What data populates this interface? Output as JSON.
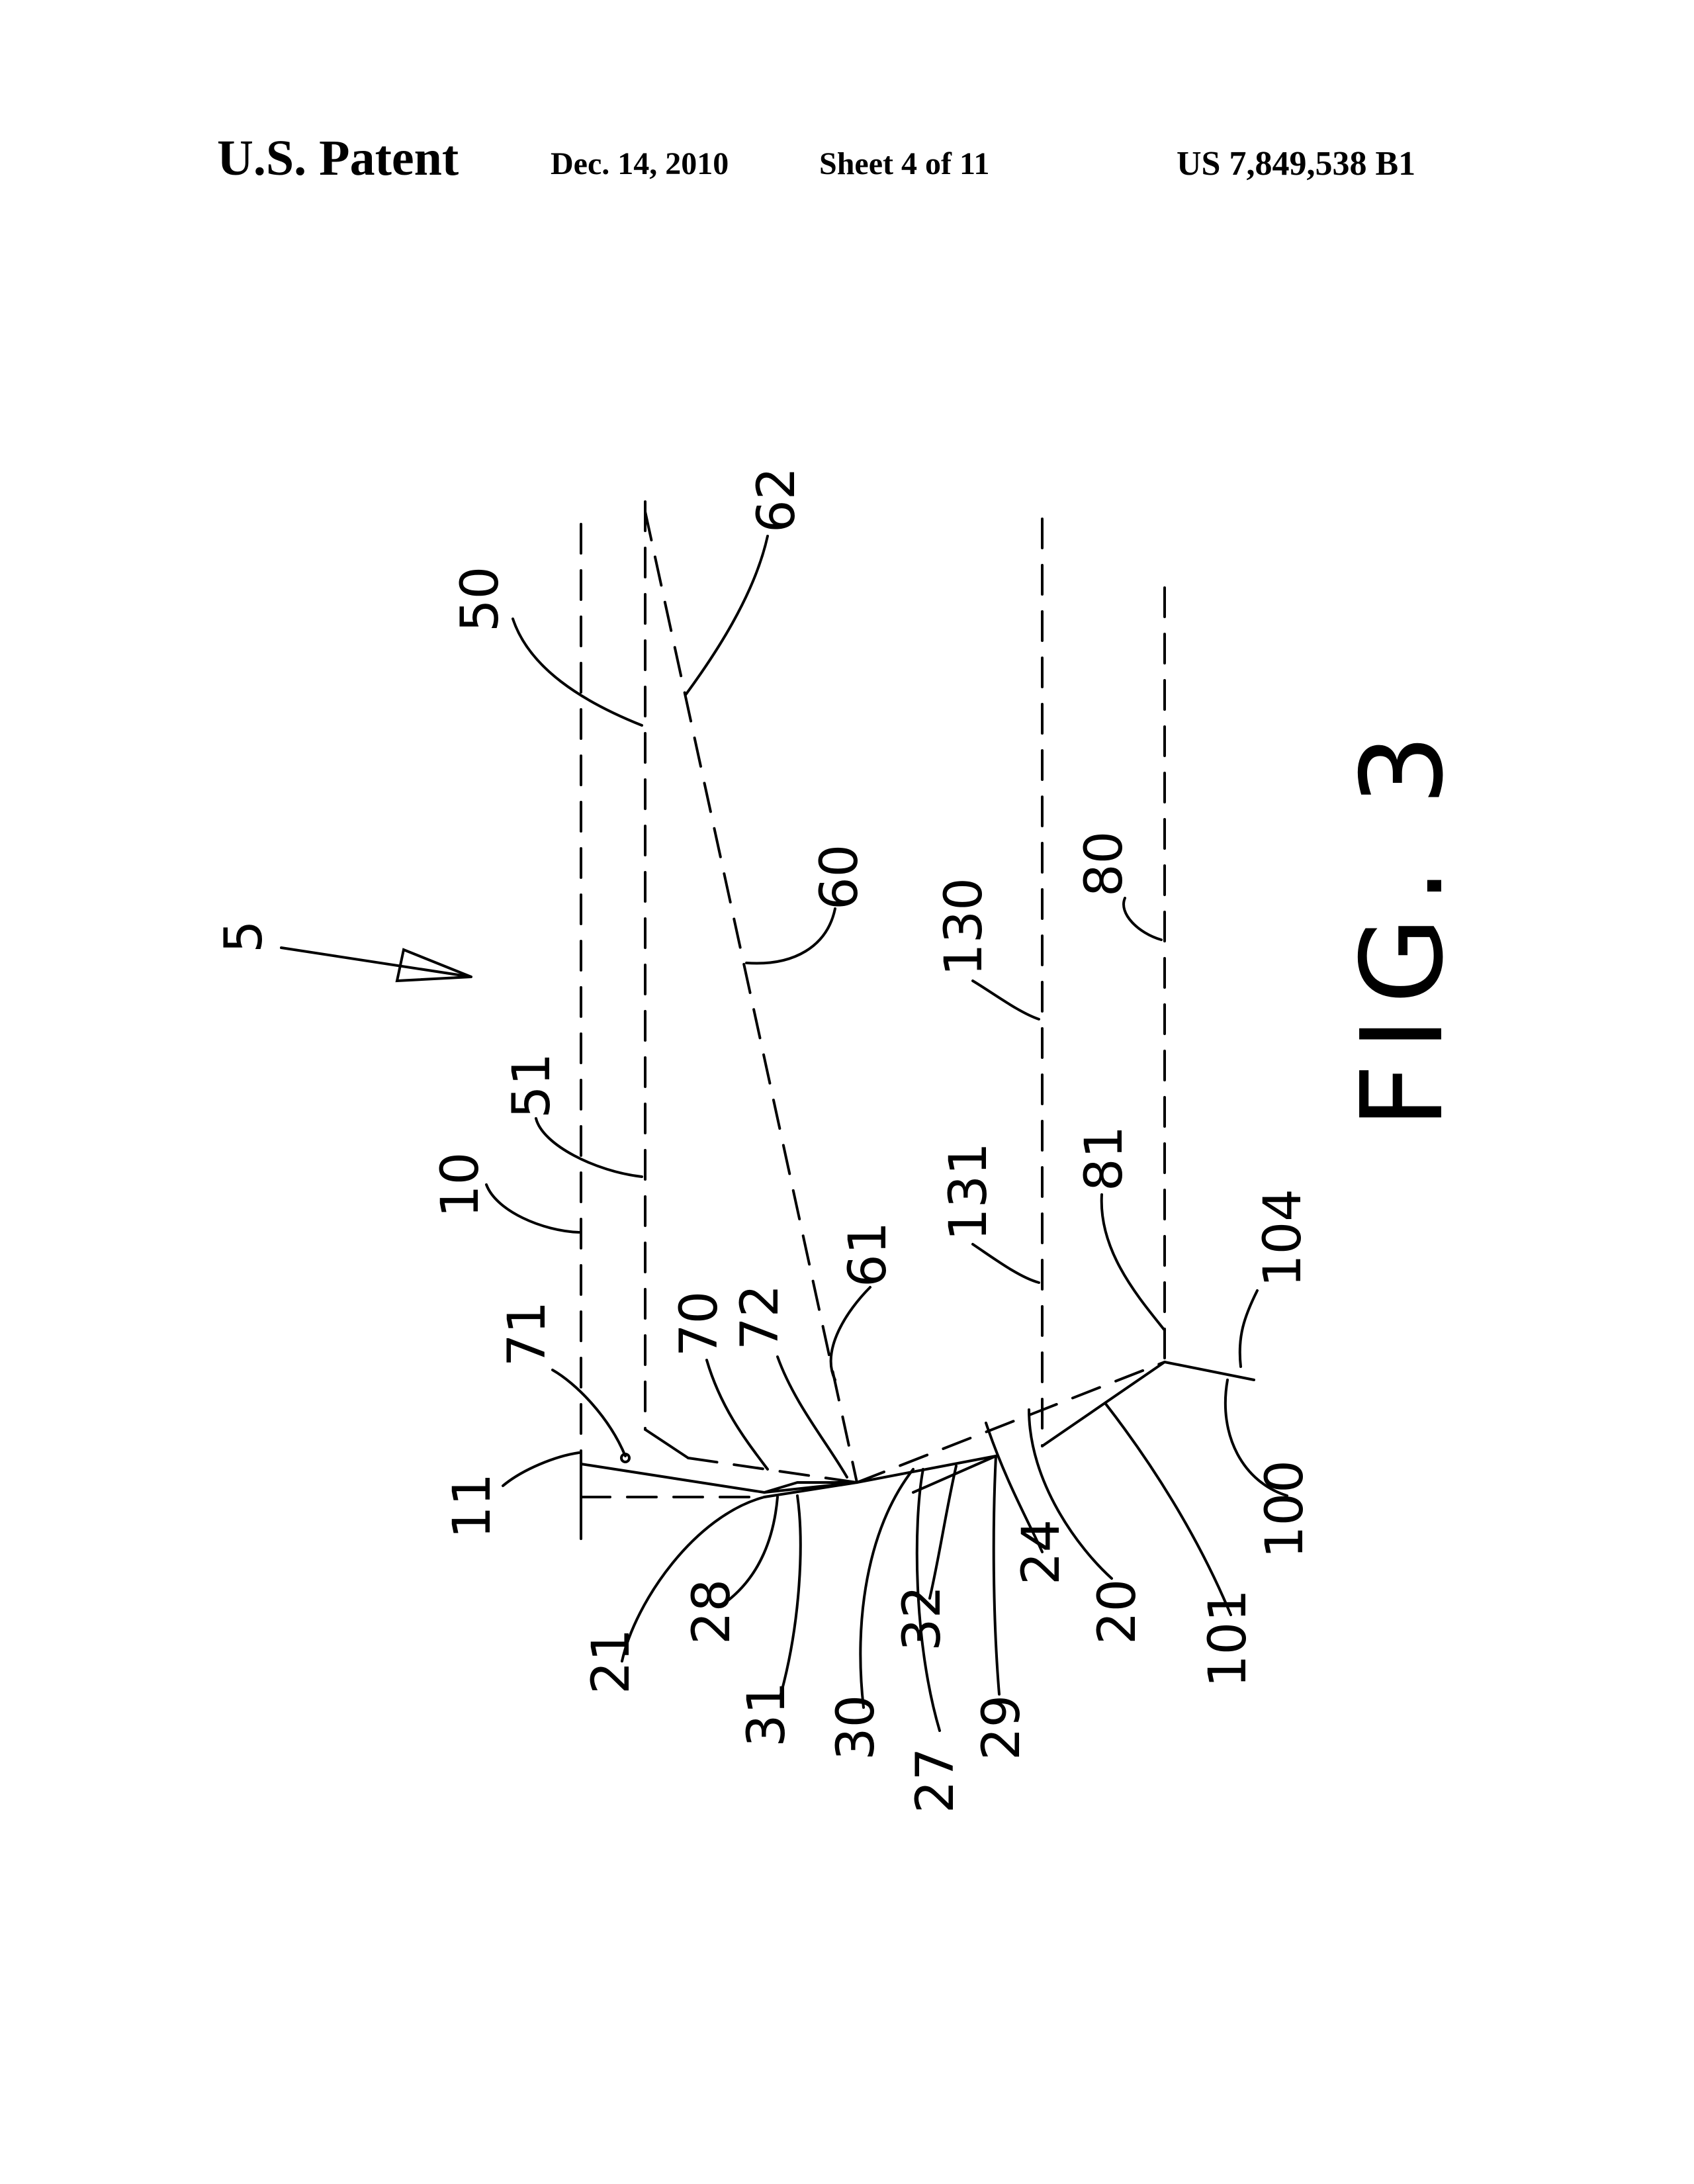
{
  "header": {
    "title": "U.S. Patent",
    "date": "Dec. 14, 2010",
    "sheet": "Sheet 4 of 11",
    "patent_number": "US 7,849,538 B1"
  },
  "figure": {
    "caption": "FIG. 3",
    "labels": {
      "l5": "5",
      "l10": "10",
      "l11": "11",
      "l20": "20",
      "l21": "21",
      "l24": "24",
      "l27": "27",
      "l28": "28",
      "l29": "29",
      "l30": "30",
      "l31": "31",
      "l32": "32",
      "l50": "50",
      "l51": "51",
      "l60": "60",
      "l61": "61",
      "l62": "62",
      "l70": "70",
      "l71": "71",
      "l72": "72",
      "l80": "80",
      "l81": "81",
      "l100": "100",
      "l101": "101",
      "l104": "104",
      "l130": "130",
      "l131": "131"
    }
  }
}
